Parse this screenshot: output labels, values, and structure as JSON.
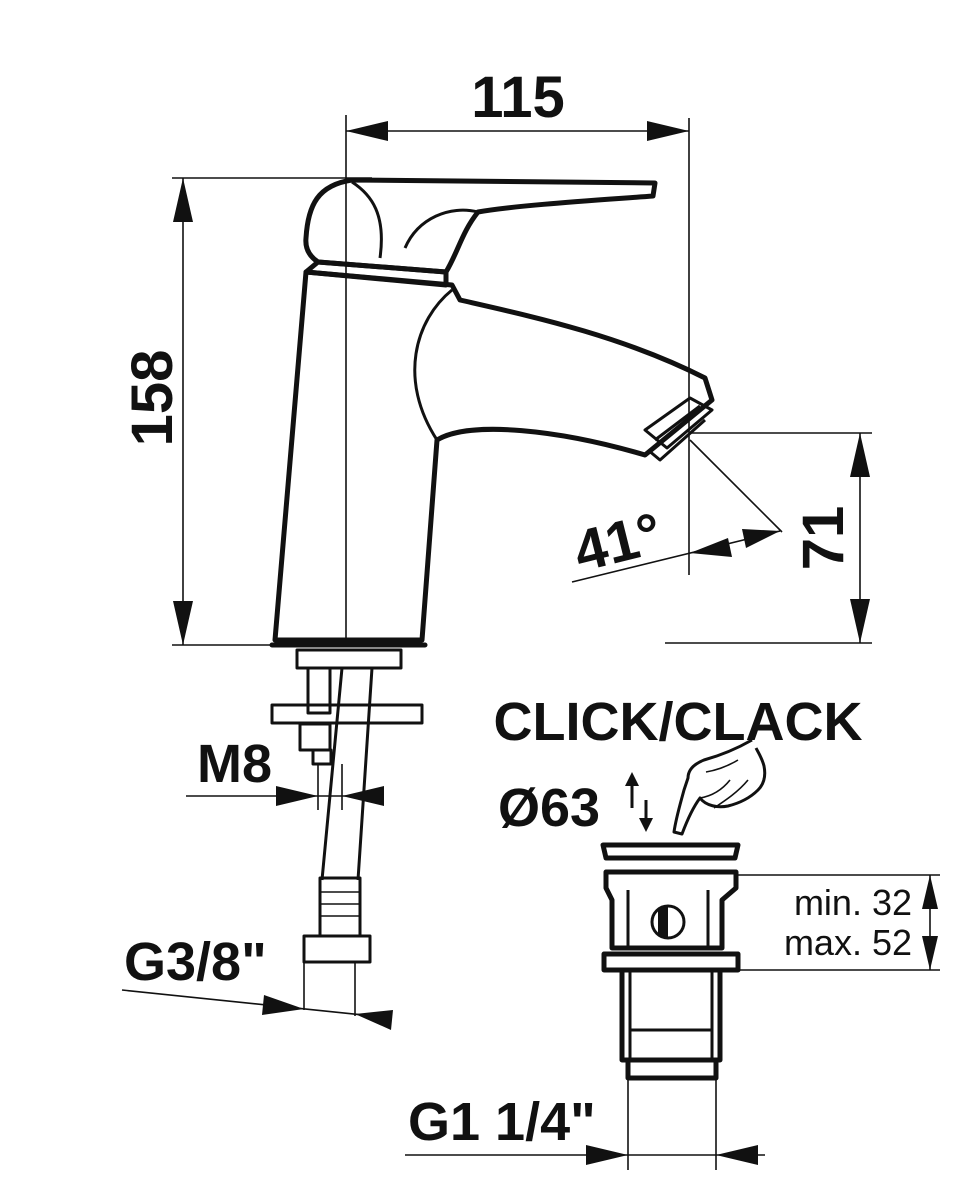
{
  "dimensions": {
    "width_115": "115",
    "height_158": "158",
    "spout_71": "71",
    "angle_41": "41°",
    "thread_m8": "M8",
    "hose_g38": "G3/8\"",
    "waste_g114": "G1 1/4\""
  },
  "waste": {
    "title": "CLICK/CLACK",
    "diameter": "Ø63",
    "min_label": "min. 32",
    "max_label": "max. 52"
  },
  "icons": {
    "hand": "pointing-hand-icon",
    "push": "push-up-down-arrow-icon"
  },
  "colors": {
    "ink": "#111111",
    "background": "#ffffff"
  }
}
